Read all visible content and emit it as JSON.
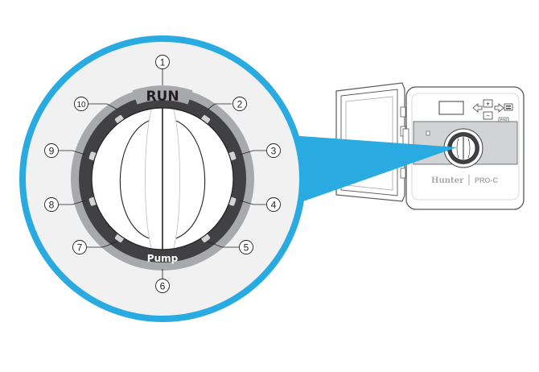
{
  "dial": {
    "positions": [
      {
        "number": "1"
      },
      {
        "number": "2"
      },
      {
        "number": "3"
      },
      {
        "number": "4"
      },
      {
        "number": "5"
      },
      {
        "number": "6"
      },
      {
        "number": "7"
      },
      {
        "number": "8"
      },
      {
        "number": "9"
      },
      {
        "number": "10"
      }
    ],
    "run_label": "RUN",
    "pump_label": "Pump"
  },
  "controller": {
    "brand": "Hunter",
    "model": "PRO-C",
    "button_plus": "+",
    "button_minus": "−",
    "small_label": "PRG"
  },
  "colors": {
    "callout_ring": "#29abe2",
    "beam": "#29abe2",
    "magnified_background": "#f1f1f2",
    "dial_outer_ring": "#a7a9ac",
    "dial_dark_ring": "#414042",
    "dial_knob": "#ffffff",
    "controller_panel": "#d1d3d4"
  },
  "icons": [
    "arrow-left-icon",
    "arrow-right-icon",
    "clock-icon"
  ]
}
